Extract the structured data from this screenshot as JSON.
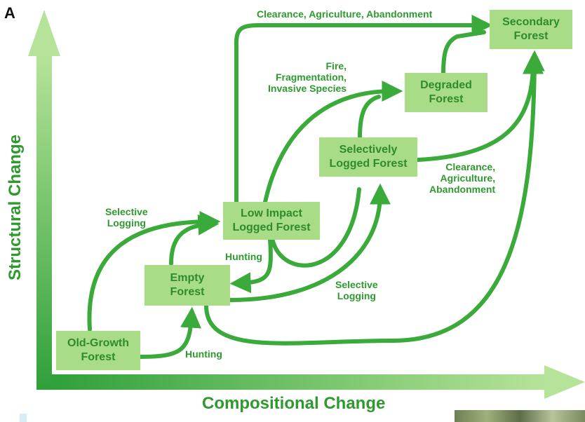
{
  "panel_letter": "A",
  "axes": {
    "x_label": "Compositional Change",
    "y_label": "Structural Change"
  },
  "nodes": {
    "old_growth": "Old-Growth\nForest",
    "empty": "Empty\nForest",
    "low_impact": "Low Impact\nLogged Forest",
    "selectively_logged": "Selectively\nLogged Forest",
    "degraded": "Degraded\nForest",
    "secondary": "Secondary\nForest"
  },
  "edge_labels": {
    "clearance_top": "Clearance, Agriculture, Abandonment",
    "fire": "Fire,\nFragmentation,\nInvasive Species",
    "selective_logging_left": "Selective\nLogging",
    "hunting_mid": "Hunting",
    "hunting_bottom": "Hunting",
    "selective_logging_right": "Selective\nLogging",
    "clearance_right": "Clearance,\nAgriculture,\nAbandonment"
  },
  "colors": {
    "arrow": "#3aaa3a",
    "box_fill": "#a8dc86",
    "text": "#2e9a2e"
  }
}
